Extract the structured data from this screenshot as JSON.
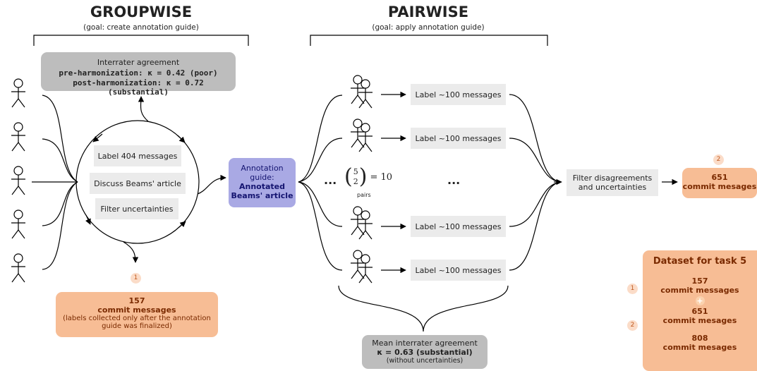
{
  "groupwise": {
    "title": "GROUPWISE",
    "subtitle": "(goal: create annotation guide)",
    "agreement": {
      "heading": "Interrater agreement",
      "pre": "pre-harmonization: κ = 0.42 (poor)",
      "post": "post-harmonization: κ = 0.72 (substantial)"
    },
    "steps": [
      "Label 404 messages",
      "Discuss Beams' article",
      "Filter uncertainties"
    ],
    "badge": "1",
    "result": {
      "count": "157",
      "label": "commit messages",
      "note_line1": "(labels collected only after the annotation",
      "note_line2": "guide was finalized)"
    }
  },
  "guide": {
    "line1": "Annotation",
    "line2": "guide:",
    "line3": "Annotated",
    "line4": "Beams' article"
  },
  "pairwise": {
    "title": "PAIRWISE",
    "subtitle": "(goal: apply annotation guide)",
    "label_box": "Label ~100 messages",
    "ellipsis": "...",
    "binomial_top": "5",
    "binomial_bottom": "2",
    "binomial_result": "= 10",
    "pairs": "pairs",
    "agreement": {
      "heading": "Mean interrater agreement",
      "value": "κ = 0.63 (substantial)",
      "note": "(without uncertainties)"
    }
  },
  "filter": {
    "line1": "Filter disagreements",
    "line2": "and uncertainties"
  },
  "pair_result": {
    "badge": "2",
    "count": "651",
    "label": "commit mesages"
  },
  "dataset": {
    "title": "Dataset for task 5",
    "badge1": "1",
    "count1": "157",
    "label1": "commit messages",
    "plus": "+",
    "badge2": "2",
    "count2": "651",
    "label2": "commit mesages",
    "total": "808",
    "total_label": "commit mesages"
  },
  "colors": {
    "orange_box": "#f7bd95",
    "orange_text": "#7a2a00",
    "blue_box": "#a9a9e4",
    "blue_text": "#141470",
    "gray_box": "#ebebeb",
    "dark_gray_box": "#bdbdbd"
  }
}
